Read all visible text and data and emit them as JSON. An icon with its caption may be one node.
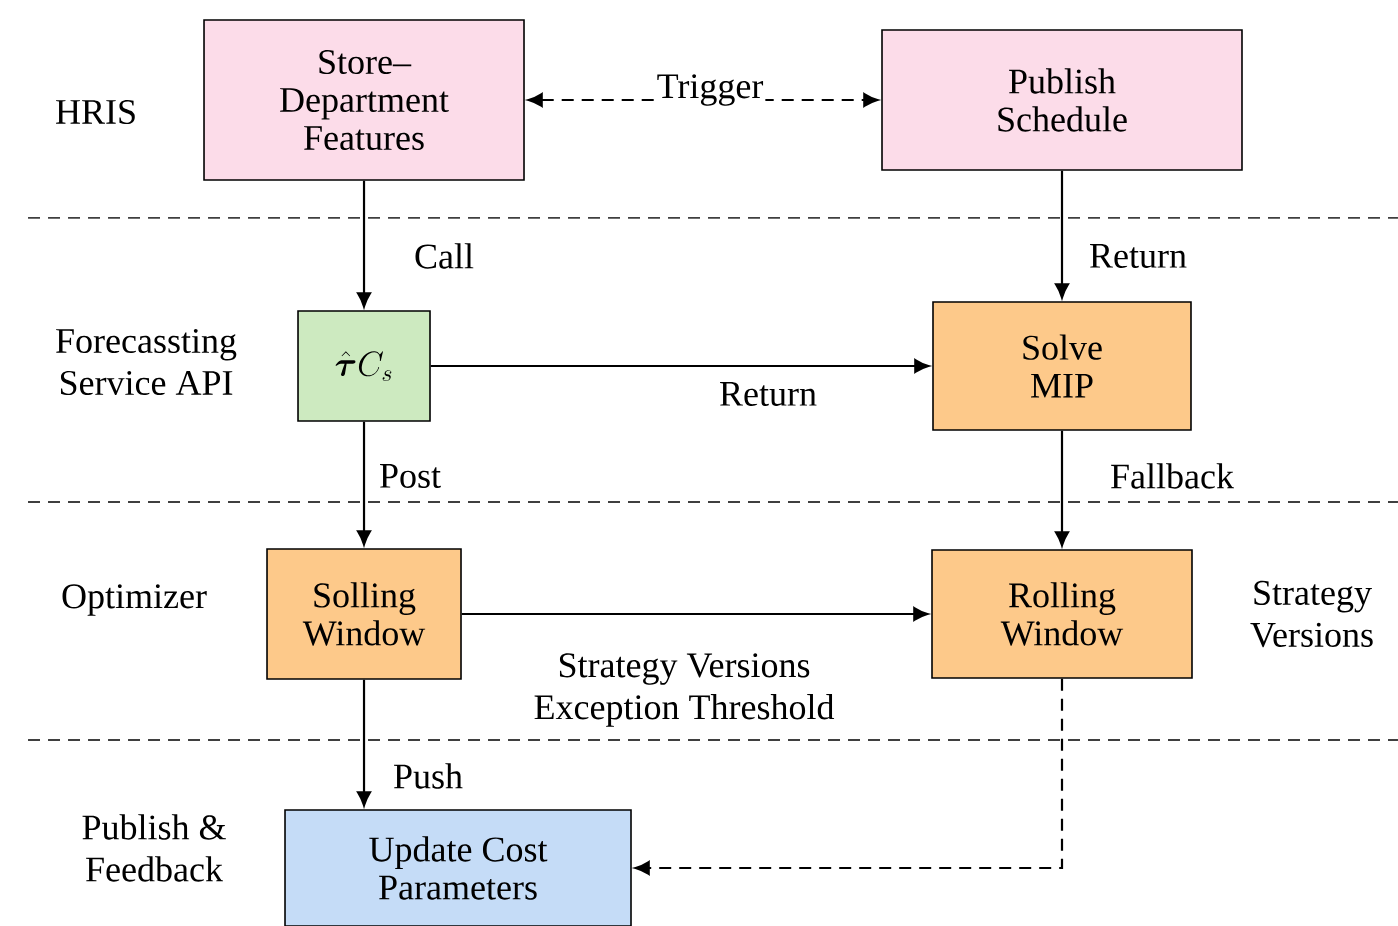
{
  "diagram": {
    "nodes": [
      {
        "text": [
          "Store– Department Features"
        ]
      },
      {
        "text": [
          "Publish Schedule"
        ]
      },
      {
        "text": [
          "\\hat{\\boldsymbol{\\tau}}C_s"
        ]
      },
      {
        "text": [
          "Solve MIP"
        ]
      },
      {
        "text": [
          "Solling Window"
        ]
      },
      {
        "text": [
          "Rolling Window"
        ]
      },
      {
        "text": [
          "Update Cost Parameters"
        ]
      }
    ],
    "edges": [
      {
        "from": 0,
        "to": 1,
        "arrow": "both",
        "style": "dashed",
        "label": "Trigger"
      },
      {
        "from": 0,
        "to": 2,
        "arrow": "to",
        "label": "Call"
      },
      {
        "from": 1,
        "to": 3,
        "arrow": "to",
        "label": "Return"
      },
      {
        "from": 2,
        "to": 3,
        "arrow": "to",
        "label": "Return"
      },
      {
        "from": 2,
        "to": 4,
        "arrow": "to",
        "label": "Post"
      },
      {
        "from": 3,
        "to": 5,
        "arrow": "to",
        "label": "Fallback"
      },
      {
        "from": 4,
        "to": 5,
        "arrow": "to"
      },
      {
        "from": 4,
        "to": 6,
        "arrow": "to",
        "label": "Push"
      },
      {
        "from": 5,
        "to": 6,
        "arrow": "to",
        "style": "dashed"
      }
    ],
    "labels": [
      "HRIS",
      "Forecassting Service API",
      "Optimizer",
      "Publish & Feedback",
      "Strategy Versions Exception Threshold",
      "Strategy Versions"
    ]
  }
}
